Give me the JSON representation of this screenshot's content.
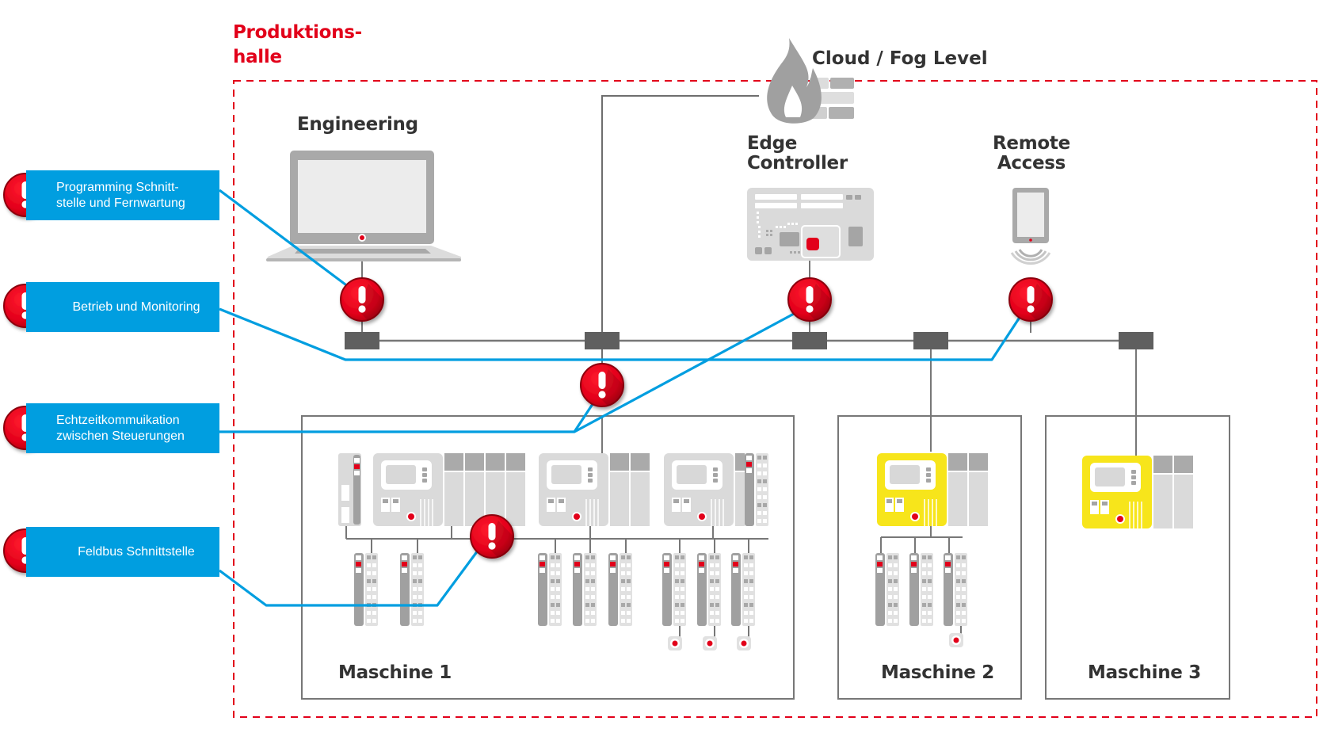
{
  "hall": {
    "title": "Produktions-\nhalle",
    "border_color": "#e2001a"
  },
  "cloud": {
    "label": "Cloud / Fog Level",
    "icon": "firewall-icon"
  },
  "nodes": {
    "engineering": {
      "label": "Engineering",
      "icon": "laptop-icon"
    },
    "edge_controller": {
      "label": "Edge\nController",
      "icon": "edge-controller-icon"
    },
    "remote_access": {
      "label": "Remote\nAccess",
      "icon": "tablet-wireless-icon"
    }
  },
  "callouts": [
    {
      "id": "programming",
      "label": "Programming Schnitt-\nstelle und Fernwartung",
      "icon": "alert-icon"
    },
    {
      "id": "monitoring",
      "label": "Betrieb und Monitoring",
      "icon": "alert-icon"
    },
    {
      "id": "realtime",
      "label": "Echtzeitkommuikation\nzwischen Steuerungen",
      "icon": "alert-icon"
    },
    {
      "id": "fieldbus",
      "label": "Feldbus Schnittstelle",
      "icon": "alert-icon"
    }
  ],
  "machines": [
    {
      "label": "Maschine 1",
      "controllers": 3,
      "controller_color": "#dadada",
      "io_modules": 8,
      "sensors": 3
    },
    {
      "label": "Maschine 2",
      "controllers": 1,
      "controller_color": "#f7e51b",
      "io_modules": 3,
      "sensors": 1
    },
    {
      "label": "Maschine 3",
      "controllers": 1,
      "controller_color": "#f7e51b",
      "io_modules": 0,
      "sensors": 0
    }
  ],
  "network": {
    "switches": 5,
    "bus_color": "#777777",
    "switch_color": "#5f5f5f"
  },
  "colors": {
    "alert_red": "#e2001a",
    "callout_blue": "#009ee0",
    "device_gray": "#a8a8a8",
    "device_light": "#dadada",
    "text_dark": "#333333"
  }
}
